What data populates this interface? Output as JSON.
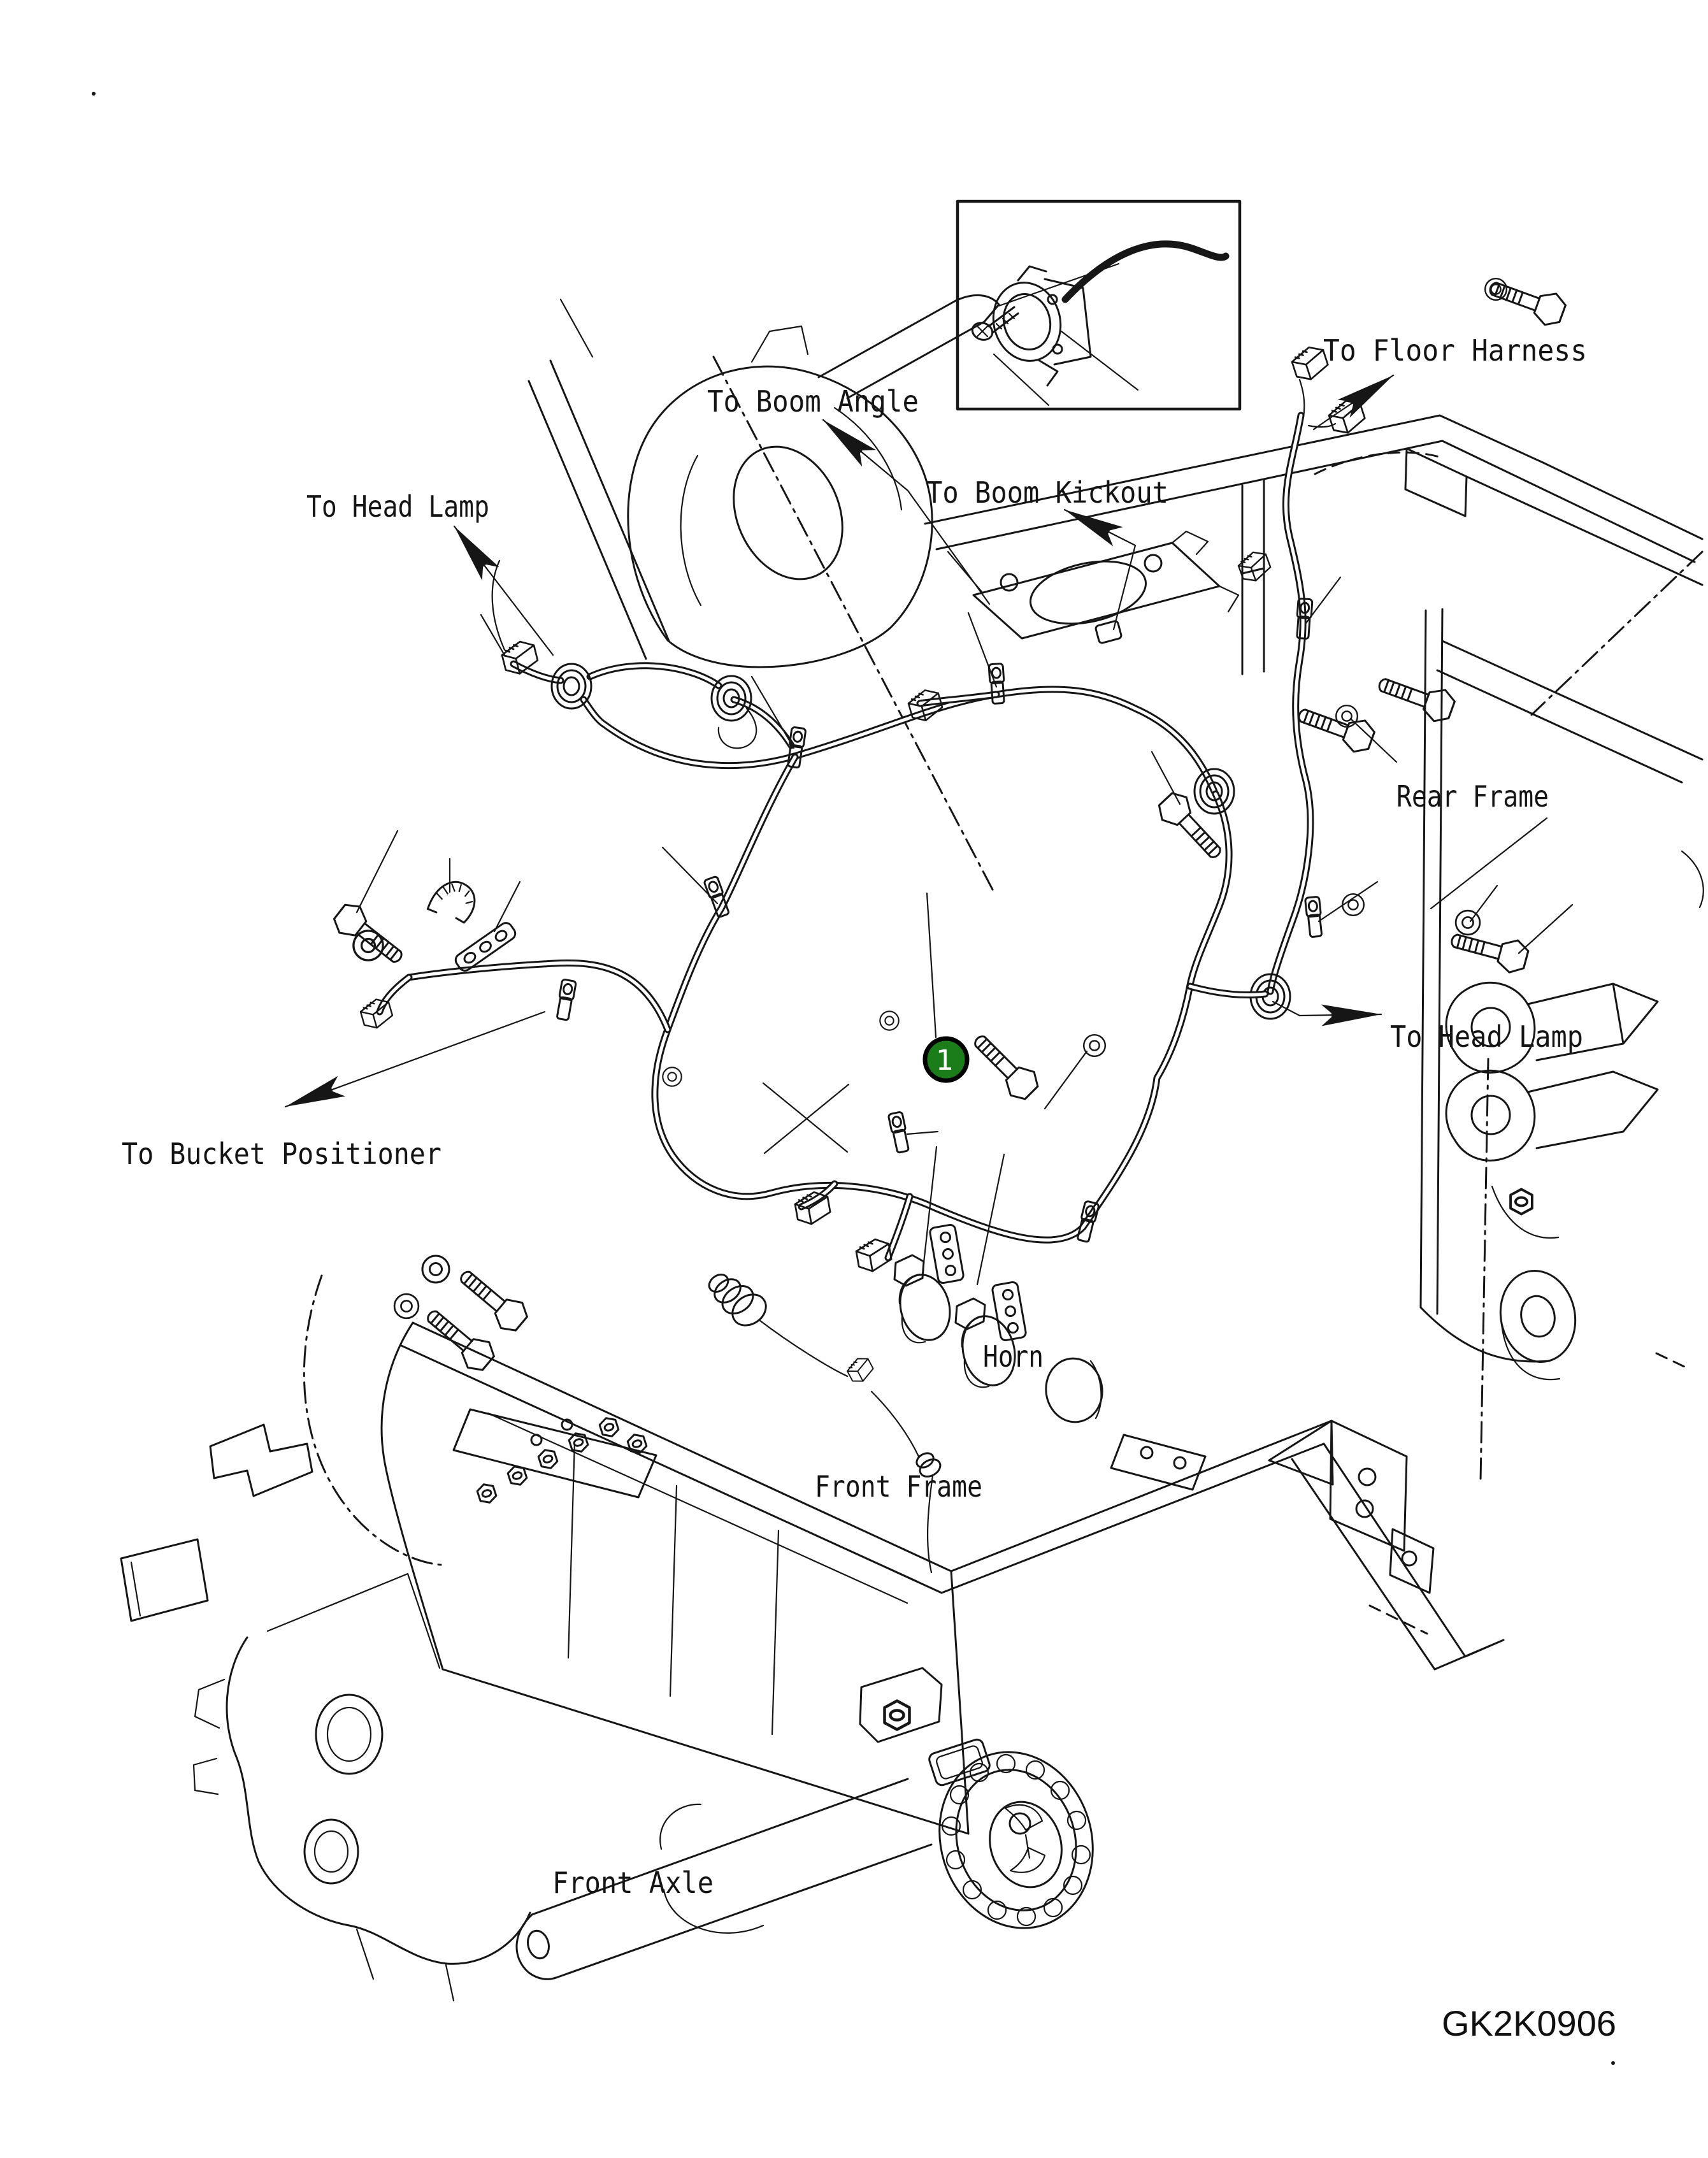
{
  "diagram": {
    "type": "wiring-harness-parts-diagram",
    "drawing_number": "GK2K0906",
    "callout": {
      "number": "1",
      "color": "#1a7d1a",
      "text_color": "#ffffff",
      "border_color": "#000000"
    },
    "labels": {
      "boom_angle": "To Boom Angle",
      "head_lamp_left": "To Head Lamp",
      "floor_harness": "To Floor Harness",
      "boom_kickout": "To Boom Kickout",
      "rear_frame": "Rear Frame",
      "head_lamp_right": "To Head Lamp",
      "bucket_positioner": "To Bucket Positioner",
      "horn": "Horn",
      "front_frame": "Front Frame",
      "front_axle": "Front Axle"
    },
    "line_color": "#161616",
    "background": "#ffffff"
  }
}
